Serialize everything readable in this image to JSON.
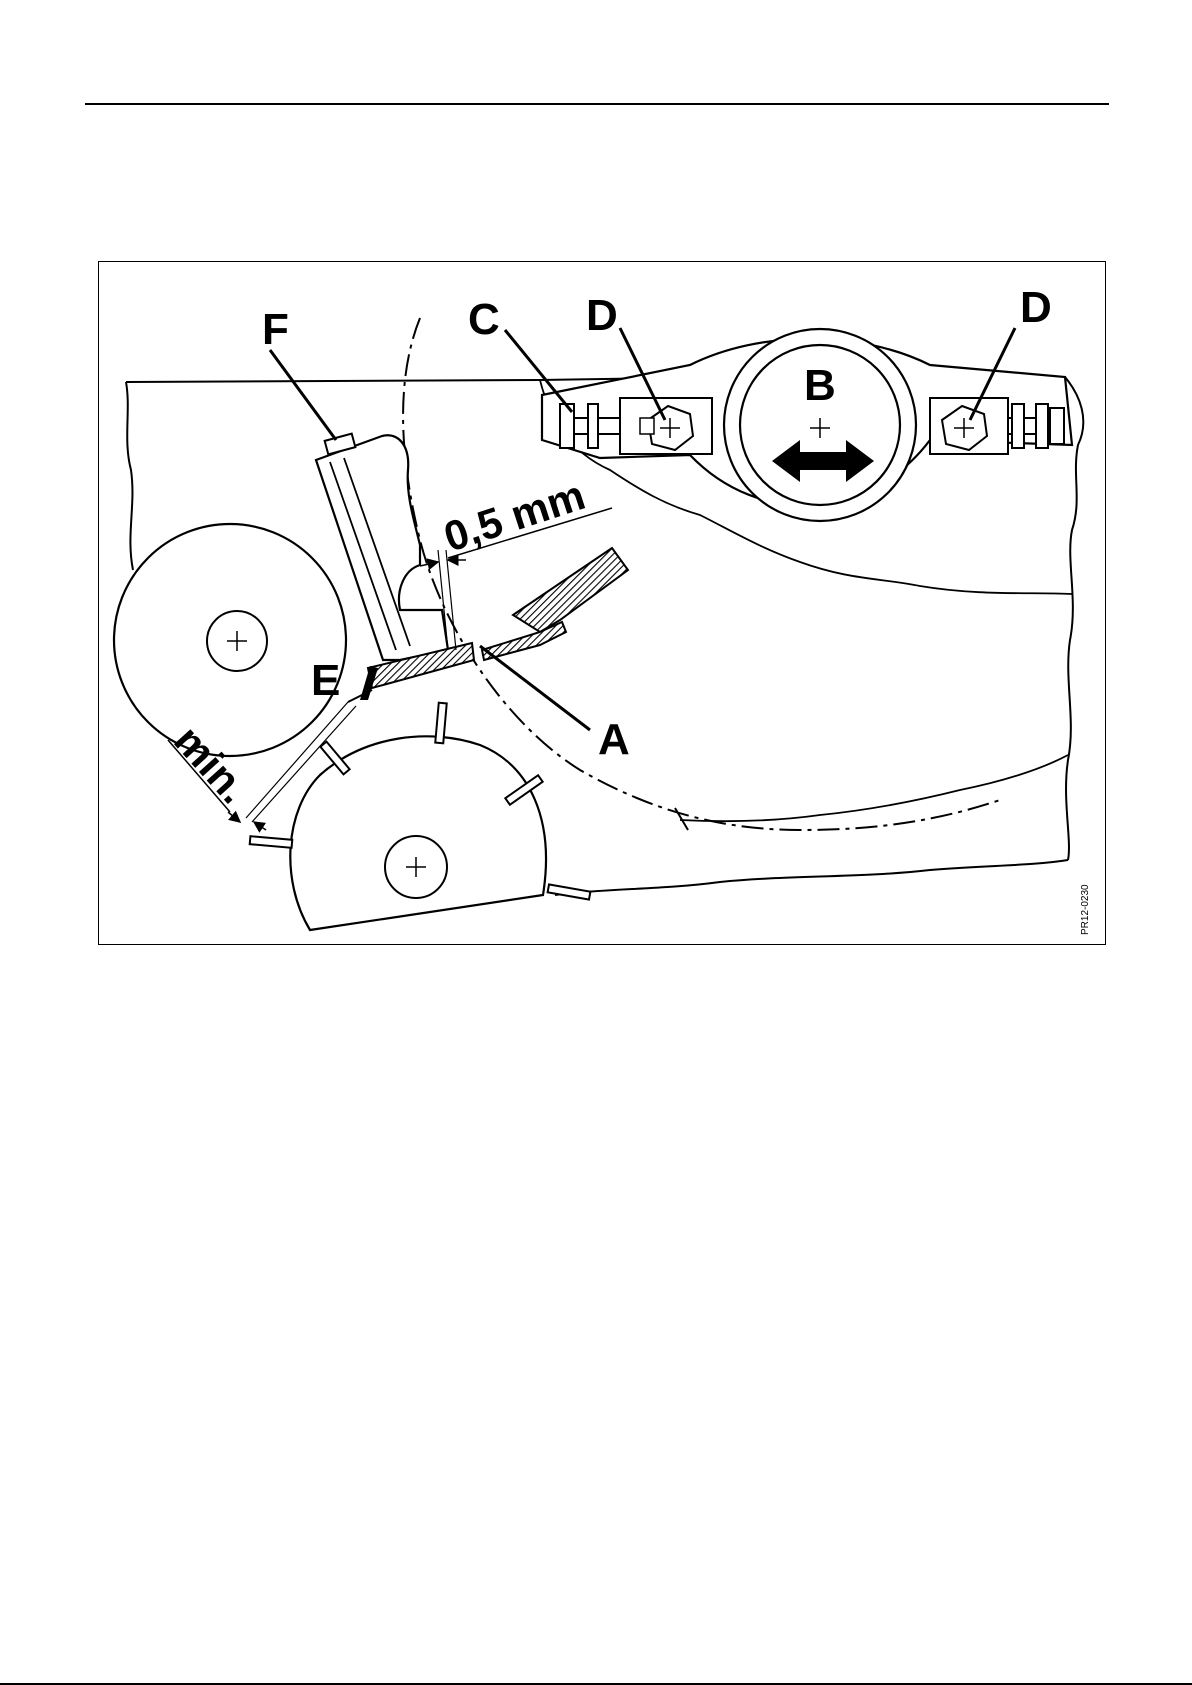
{
  "figure": {
    "labels": {
      "a": "A",
      "b": "B",
      "c": "C",
      "d1": "D",
      "d2": "D",
      "e": "E",
      "f": "F"
    },
    "dimensions": {
      "gap": "0,5 mm",
      "min": "min."
    },
    "figure_id": "PR12-0230"
  }
}
